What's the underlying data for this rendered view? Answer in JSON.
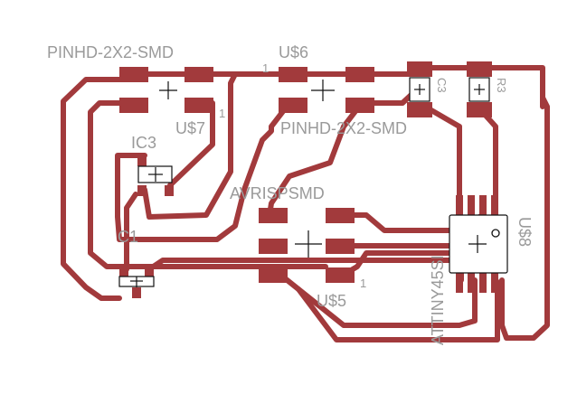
{
  "board": {
    "background": "#ffffff",
    "trace_color": "#a23a3c",
    "silk_color": "#9a9a9a"
  },
  "labels": {
    "pinhd_top": "PINHD-2X2-SMD",
    "pinhd_mid": "PINHD-2X2-SMD",
    "u6": "U$6",
    "u7": "U$7",
    "u5": "U$5",
    "u8": "U$8",
    "ic3": "IC3",
    "avr": "AVRISPSMD",
    "attiny": "ATTINY45SI",
    "c3": "C3",
    "r3": "R3",
    "c1": "C1",
    "pin1_u6": "1",
    "pin1_u7": "1",
    "pin1_u5": "1"
  }
}
